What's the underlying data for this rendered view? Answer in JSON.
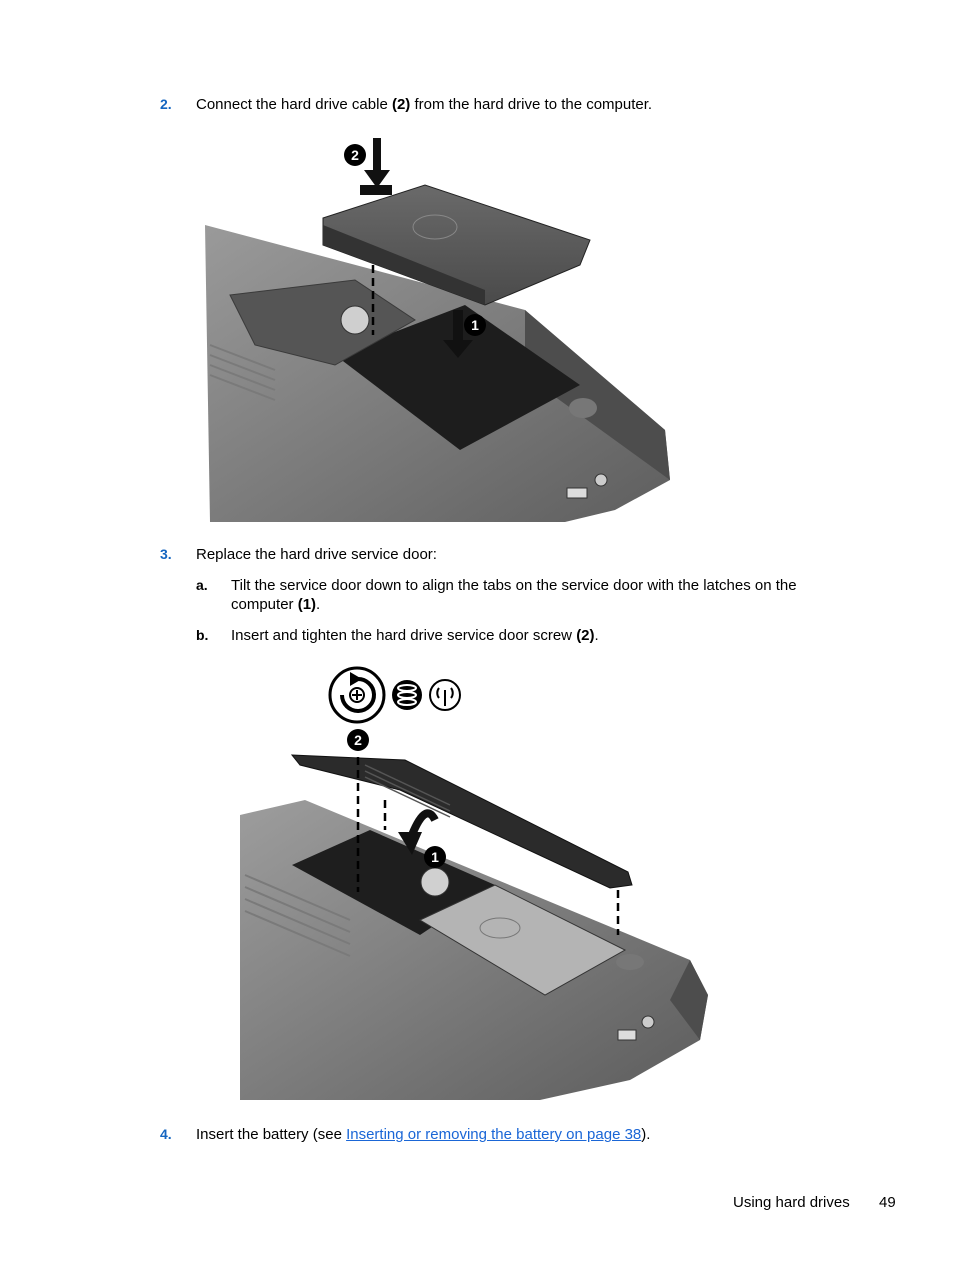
{
  "steps": [
    {
      "number": "2.",
      "text_before": "Connect the hard drive cable ",
      "bold": "(2)",
      "text_after": " from the hard drive to the computer."
    },
    {
      "number": "3.",
      "text": "Replace the hard drive service door:"
    },
    {
      "number": "4.",
      "text_before": "Insert the battery (see ",
      "link": "Inserting or removing the battery on page 38",
      "text_after": ")."
    }
  ],
  "substeps": [
    {
      "letter": "a.",
      "line1": "Tilt the service door down to align the tabs on the service door with the latches on the",
      "line2_before": "computer ",
      "bold": "(1)",
      "line2_after": "."
    },
    {
      "letter": "b.",
      "text_before": "Insert and tighten the hard drive service door screw ",
      "bold": "(2)",
      "text_after": "."
    }
  ],
  "callouts": {
    "one": "1",
    "two": "2"
  },
  "footer": {
    "section": "Using hard drives",
    "page": "49"
  }
}
